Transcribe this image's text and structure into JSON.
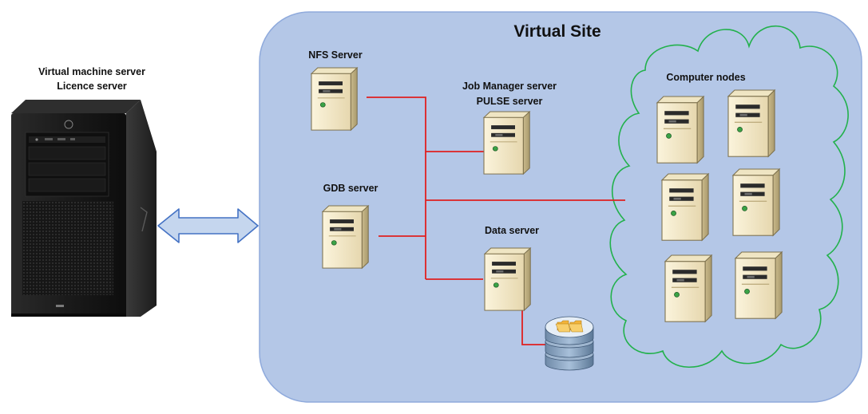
{
  "site": {
    "title": "Virtual Site"
  },
  "host": {
    "line1": "Virtual machine server",
    "line2": "Licence server"
  },
  "servers": {
    "nfs": "NFS Server",
    "job_line1": "Job Manager server",
    "job_line2": "PULSE server",
    "gdb": "GDB server",
    "data": "Data server"
  },
  "cluster": {
    "label": "Computer nodes"
  },
  "colors": {
    "site_fill": "#b4c7e7",
    "site_stroke": "#8faadc",
    "link": "#e02020",
    "cloud": "#22b14c",
    "arrow_fill": "#c5d6ee",
    "arrow_stroke": "#4472c4"
  }
}
